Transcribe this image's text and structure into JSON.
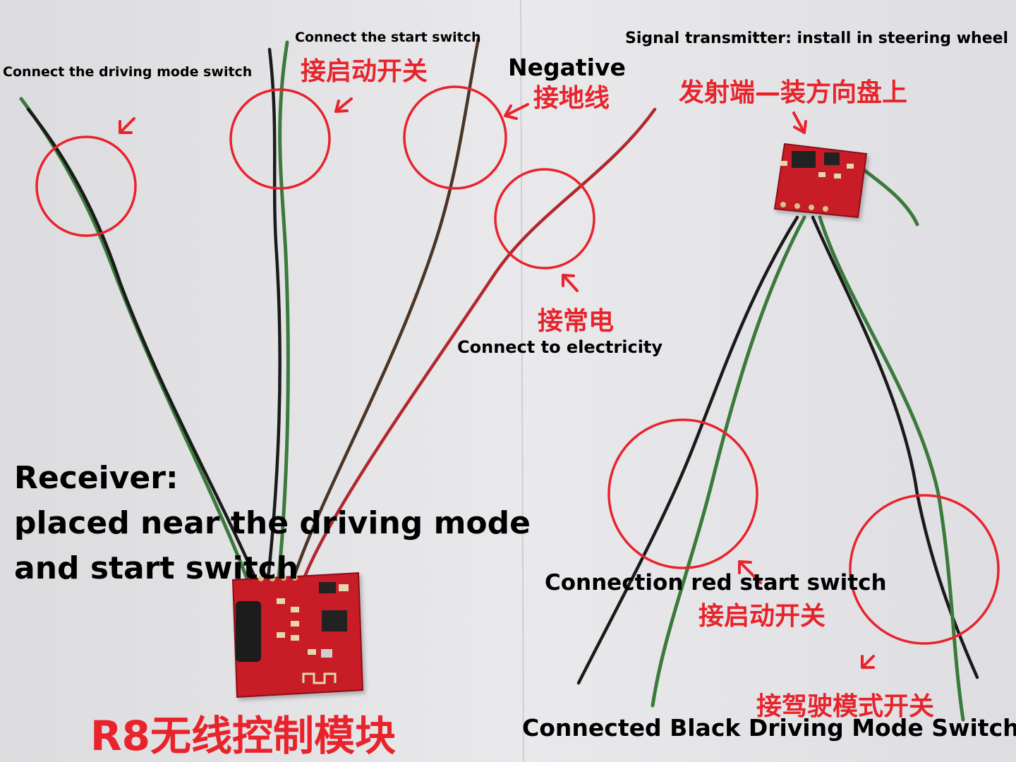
{
  "labels": {
    "connect_start_switch": "Connect the start switch",
    "connect_driving_mode_switch": "Connect the driving mode switch",
    "negative": "Negative",
    "signal_transmitter": "Signal transmitter: install in steering wheel",
    "connect_to_electricity": "Connect to electricity",
    "receiver_line1": "Receiver:",
    "receiver_line2": "placed near the driving mode",
    "receiver_line3": "and start switch",
    "connection_red_start_switch": "Connection red start switch",
    "connected_black_driving_mode_switch": "Connected Black Driving Mode Switch"
  },
  "chinese_labels": {
    "start_switch_top": "接启动开关",
    "ground_wire": "接地线",
    "transmitter_on_wheel": "发射端—装方向盘上",
    "constant_power": "接常电",
    "start_switch_right": "接启动开关",
    "driving_mode_switch": "接驾驶模式开关",
    "module_title": "R8无线控制模块"
  },
  "colors": {
    "annotation_red": "#e8232b",
    "pcb_red": "#c81e28",
    "wire_green": "#3a7a3a",
    "wire_black": "#1a1a1a",
    "wire_brown": "#4a3526",
    "wire_red": "#b3282c"
  }
}
